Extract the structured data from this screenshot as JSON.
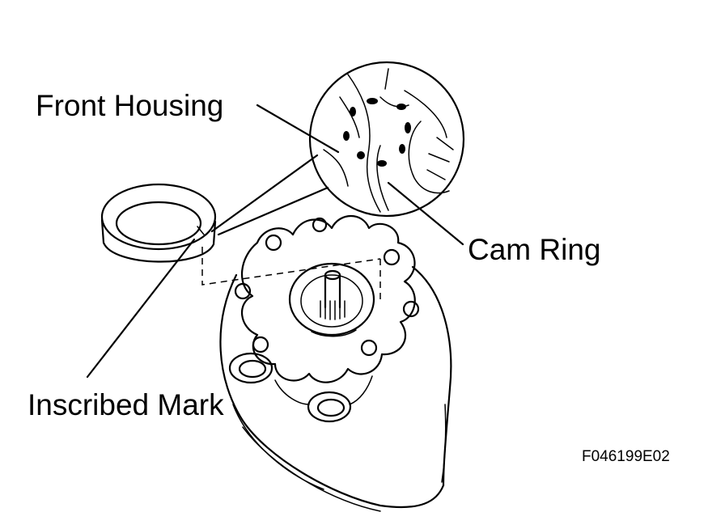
{
  "labels": {
    "front_housing": "Front Housing",
    "cam_ring": "Cam Ring",
    "inscribed_mark": "Inscribed Mark",
    "figure_code": "F046199E02"
  },
  "colors": {
    "ink": "#000000",
    "background": "#ffffff"
  }
}
